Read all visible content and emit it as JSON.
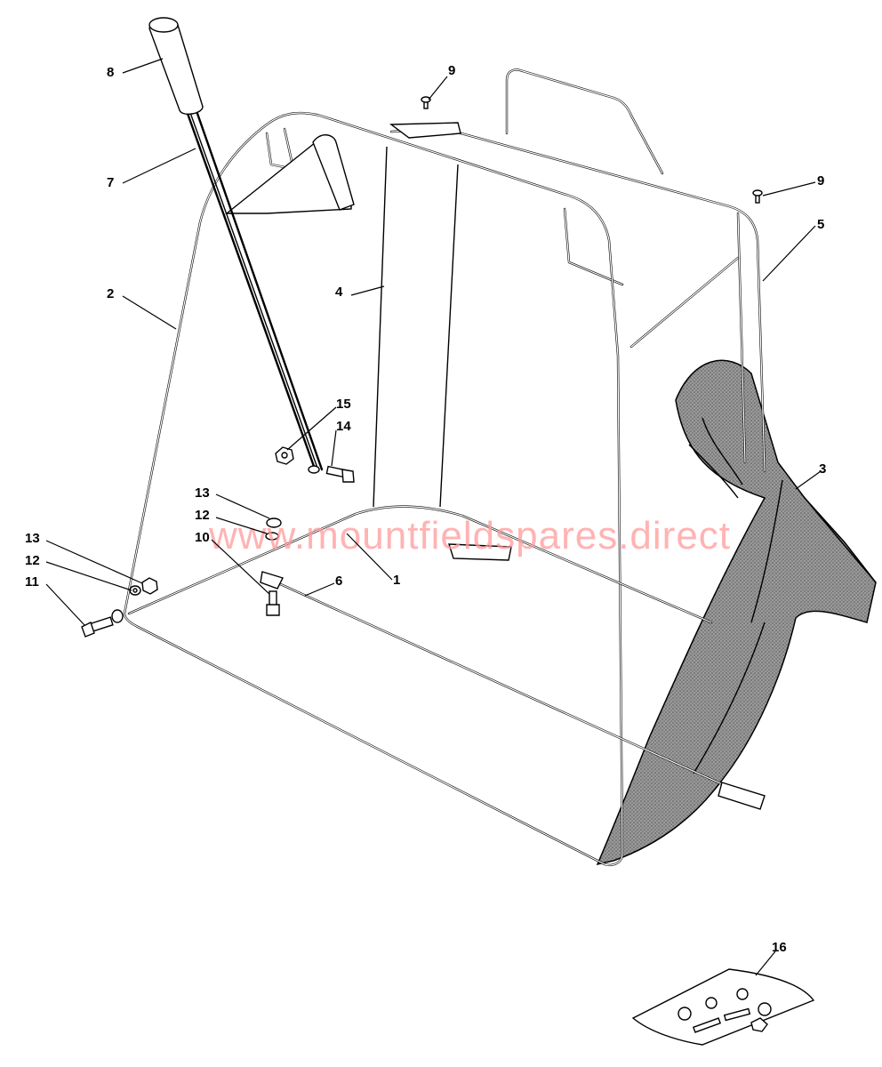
{
  "watermark": "www.mountfieldspares.direct",
  "colors": {
    "line": "#000000",
    "watermark": "#ff9a9a",
    "background": "#ffffff"
  },
  "callouts": [
    {
      "id": "c8a",
      "label": "8"
    },
    {
      "id": "c7",
      "label": "7"
    },
    {
      "id": "c2",
      "label": "2"
    },
    {
      "id": "c4",
      "label": "4"
    },
    {
      "id": "c9a",
      "label": "9"
    },
    {
      "id": "c9b",
      "label": "9"
    },
    {
      "id": "c5",
      "label": "5"
    },
    {
      "id": "c15",
      "label": "15"
    },
    {
      "id": "c14",
      "label": "14"
    },
    {
      "id": "c13a",
      "label": "13"
    },
    {
      "id": "c12a",
      "label": "12"
    },
    {
      "id": "c10",
      "label": "10"
    },
    {
      "id": "c13b",
      "label": "13"
    },
    {
      "id": "c12b",
      "label": "12"
    },
    {
      "id": "c11",
      "label": "11"
    },
    {
      "id": "c1",
      "label": "1"
    },
    {
      "id": "c6",
      "label": "6"
    },
    {
      "id": "c3",
      "label": "3"
    },
    {
      "id": "c16",
      "label": "16"
    }
  ]
}
